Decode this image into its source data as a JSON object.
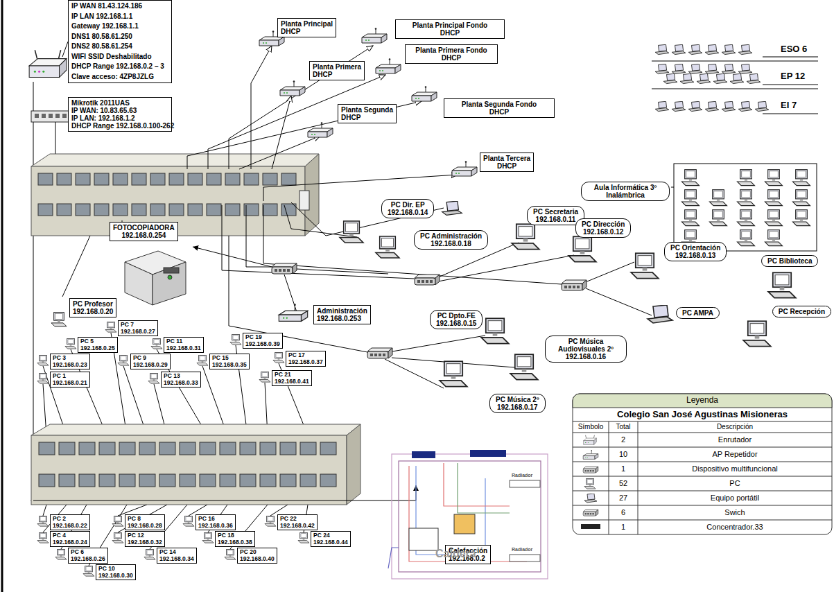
{
  "diagram": {
    "nodes": [
      {
        "text": [
          "IP WAN 81.43.124.186",
          "IP LAN 192.168.1.1",
          "Gateway 192.168.1.1",
          "DNS1 80.58.61.250",
          "DNS2 80.58.61.254",
          "WIFI SSID Deshabilitado",
          "DHCP Range 192.168.0.2 – 3",
          "Clave acceso: 4ZP8JZLG"
        ]
      },
      {
        "text": [
          "Mikrotik 2011UAS",
          "IP WAN: 10.83.65.63",
          "IP LAN: 192.168.1.2",
          "DHCP Range 192.168.0.100-262"
        ]
      },
      {
        "text": [
          "Planta Principal",
          "DHCP"
        ]
      },
      {
        "text": [
          "Planta Principal Fondo",
          "DHCP"
        ]
      },
      {
        "text": [
          "Planta Primera",
          "DHCP"
        ]
      },
      {
        "text": [
          "Planta Primera Fondo",
          "DHCP"
        ]
      },
      {
        "text": [
          "Planta Segunda",
          "DHCP"
        ]
      },
      {
        "text": [
          "Planta Segunda Fondo",
          "DHCP"
        ]
      },
      {
        "text": [
          "Planta Tercera",
          "DHCP"
        ]
      },
      {
        "text": [
          "Aula Informática 3º Inalámbrica"
        ]
      },
      {
        "text": [
          "FOTOCOPIADORA",
          "192.168.0.254"
        ]
      },
      {
        "text": [
          "PC Dir. EP",
          "192.168.0.14"
        ]
      },
      {
        "text": [
          "PC Administración",
          "192.168.0.18"
        ]
      },
      {
        "text": [
          "PC Secretaria",
          "192.168.0.11"
        ]
      },
      {
        "text": [
          "PC Dirección",
          "192.168.0.12"
        ]
      },
      {
        "text": [
          "PC Orientación",
          "192.168.0.13"
        ]
      },
      {
        "text": [
          "PC Biblioteca"
        ]
      },
      {
        "text": [
          "PC Profesor",
          "192.168.0.20"
        ]
      },
      {
        "text": [
          "PC 7",
          "192.168.0.27"
        ]
      },
      {
        "text": [
          "PC 5",
          "192.168.0.25"
        ]
      },
      {
        "text": [
          "PC 11",
          "192.168.0.31"
        ]
      },
      {
        "text": [
          "PC 19",
          "192.168.0.39"
        ]
      },
      {
        "text": [
          "PC 3",
          "192.168.0.23"
        ]
      },
      {
        "text": [
          "PC 9",
          "192.168.0.29"
        ]
      },
      {
        "text": [
          "PC 15",
          "192.168.0.35"
        ]
      },
      {
        "text": [
          "PC 17",
          "192.168.0.37"
        ]
      },
      {
        "text": [
          "PC 1",
          "192.168.0.21"
        ]
      },
      {
        "text": [
          "PC 13",
          "192.168.0.33"
        ]
      },
      {
        "text": [
          "PC 21",
          "192.168.0.41"
        ]
      },
      {
        "text": [
          "Administración",
          "192.168.0.253"
        ]
      },
      {
        "text": [
          "PC AMPA"
        ]
      },
      {
        "text": [
          "PC Dpto.FE",
          "192.168.0.15"
        ]
      },
      {
        "text": [
          "PC Recepción"
        ]
      },
      {
        "text": [
          "PC Música Audiovisuales 2º",
          "192.168.0.16"
        ]
      },
      {
        "text": [
          "PC Música 2º",
          "192.168.0.17"
        ]
      },
      {
        "text": [
          "PC 2",
          "192.168.0.22"
        ]
      },
      {
        "text": [
          "PC 8",
          "192.168.0.28"
        ]
      },
      {
        "text": [
          "PC 16",
          "192.168.0.36"
        ]
      },
      {
        "text": [
          "PC 22",
          "192.168.0.42"
        ]
      },
      {
        "text": [
          "PC 4",
          "192.168.0.24"
        ]
      },
      {
        "text": [
          "PC 12",
          "192.168.0.32"
        ]
      },
      {
        "text": [
          "PC 18",
          "192.168.0.38"
        ]
      },
      {
        "text": [
          "PC 24",
          "192.168.0.44"
        ]
      },
      {
        "text": [
          "PC 6",
          "192.168.0.26"
        ]
      },
      {
        "text": [
          "PC 14",
          "192.168.0.34"
        ]
      },
      {
        "text": [
          "PC 20",
          "192.168.0.40"
        ]
      },
      {
        "text": [
          "PC 10",
          "192.168.0.30"
        ]
      },
      {
        "text": [
          "Calefacción",
          "192.168.0.2"
        ]
      }
    ],
    "labels": [
      "ESO 6",
      "EP 12",
      "EI 7",
      "Caldera",
      "Radiador",
      "Radiador",
      "Leyenda",
      "Colegio San José Agustinas Misioneras",
      "Símbolo",
      "Total",
      "Descripción",
      "2",
      "10",
      "1",
      "52",
      "27",
      "6",
      "1"
    ],
    "legend": [
      {
        "text": "Enrutador"
      },
      {
        "text": "AP Repetidor"
      },
      {
        "text": "Dispositivo multifuncional"
      },
      {
        "text": "PC"
      },
      {
        "text": "Equipo portátil"
      },
      {
        "text": "Swich"
      },
      {
        "text": "Concentrador.33"
      }
    ]
  }
}
